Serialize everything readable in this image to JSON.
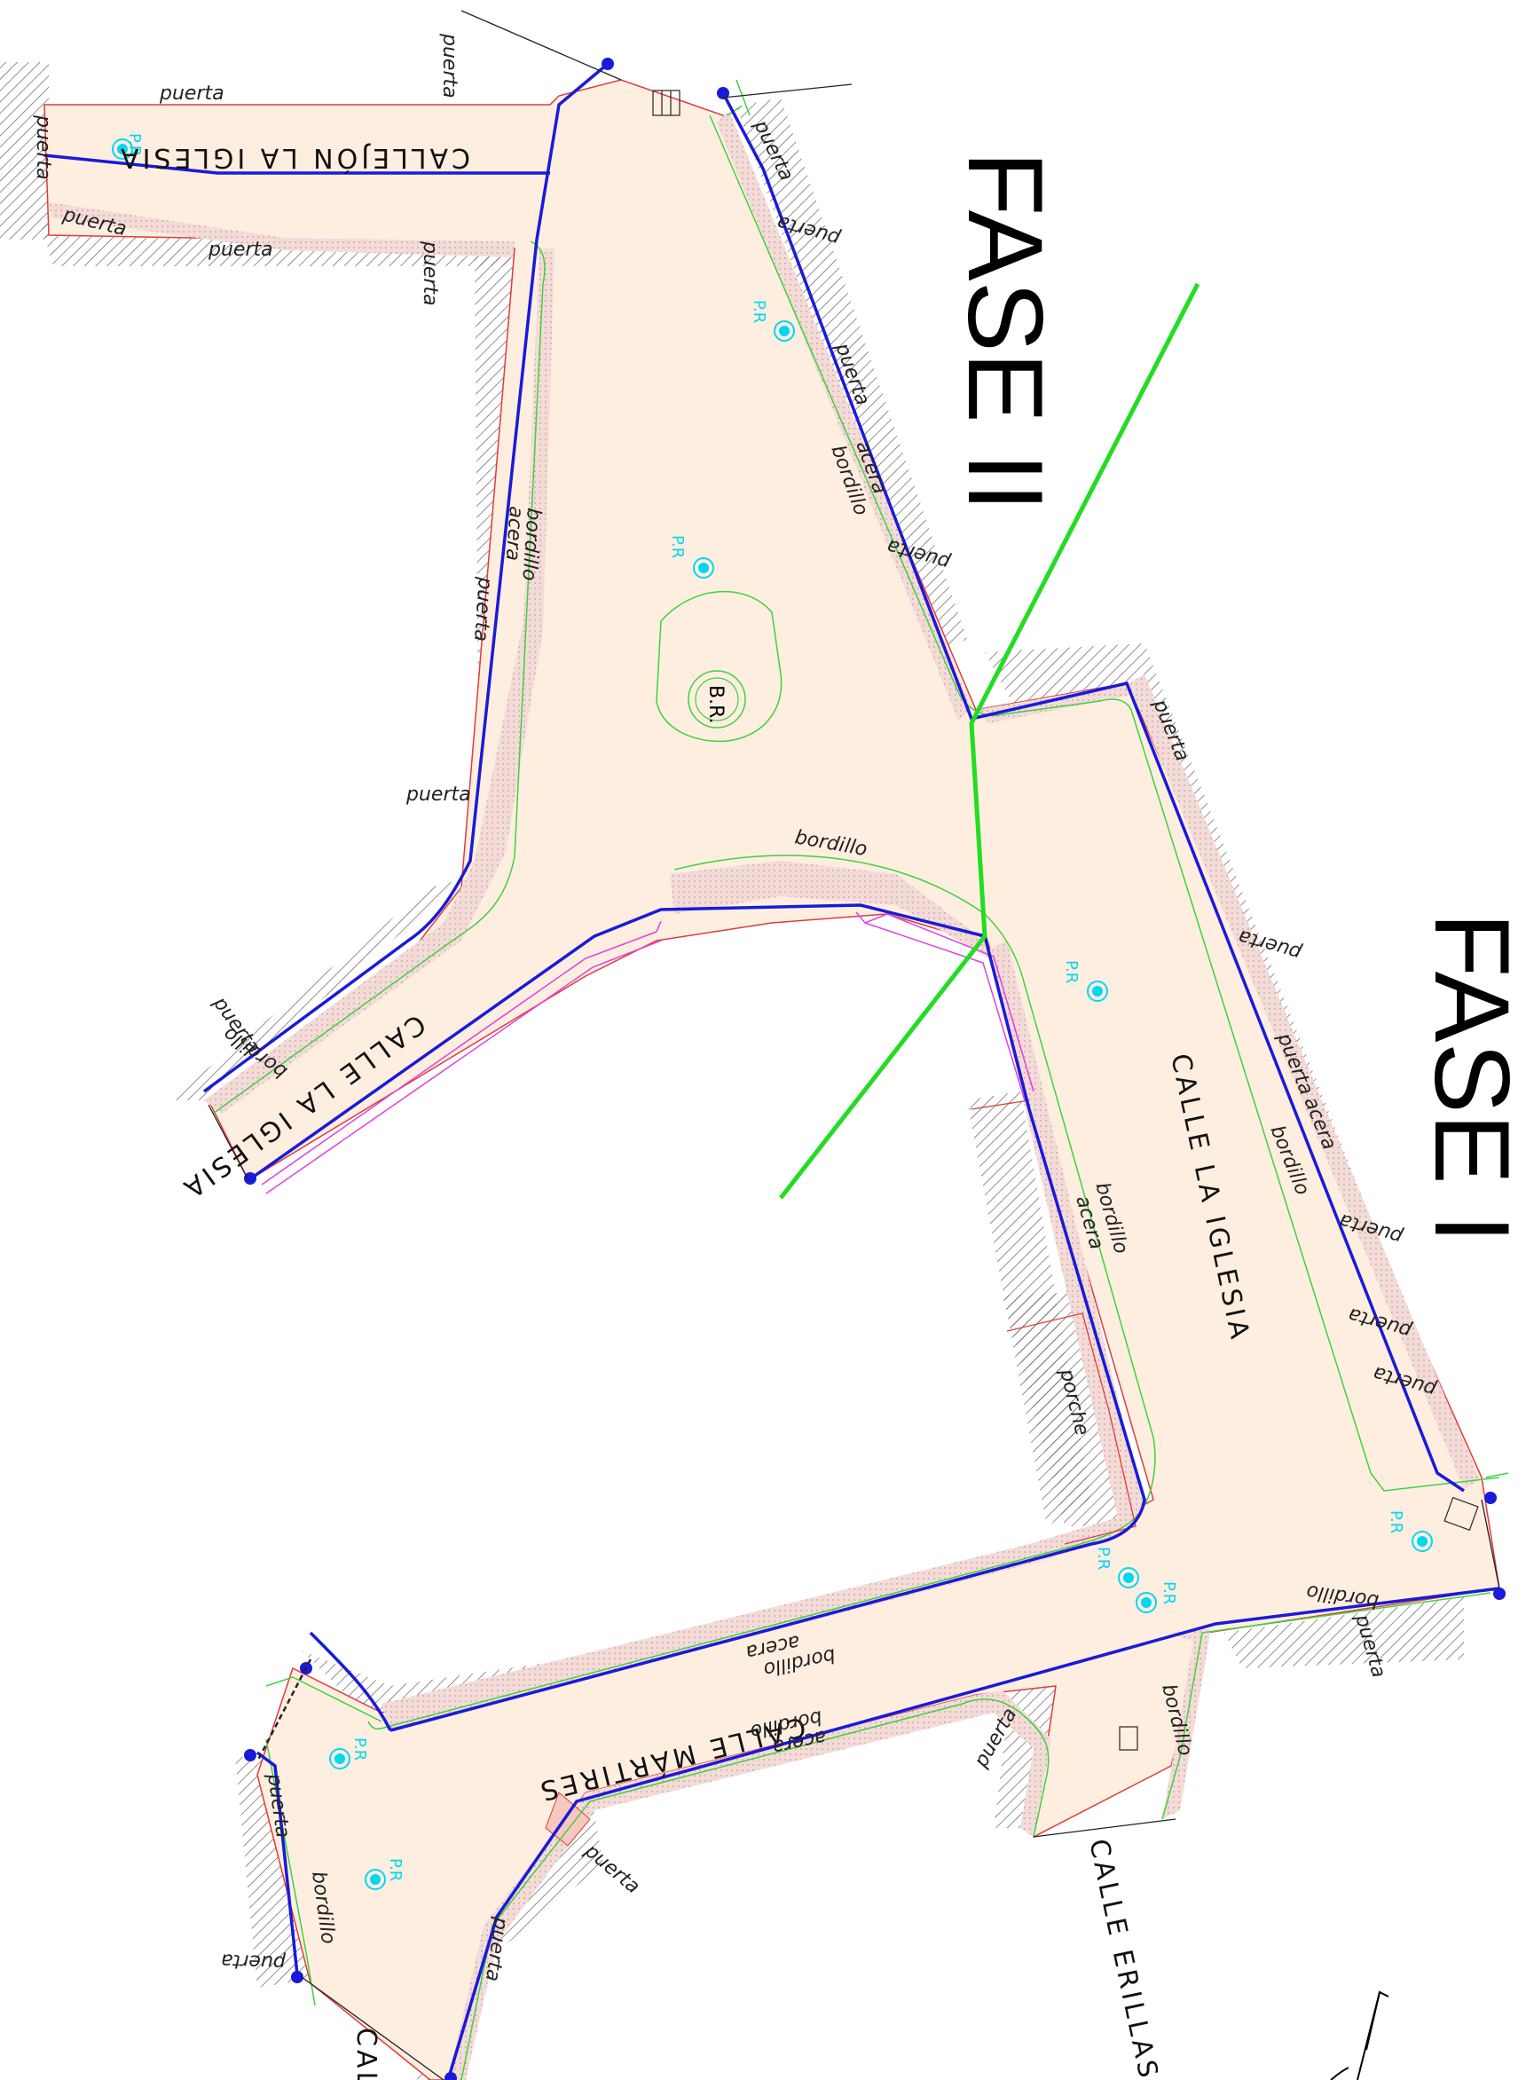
{
  "phases": {
    "fase_1": "FASE I",
    "fase_2": "FASE II"
  },
  "streets": {
    "callejon": "CALLEJÓN LA IGLESIA",
    "calle_iglesia_main": "CALLE LA IGLESIA",
    "calle_iglesia_west": "CALLE LA IGLESIA",
    "martires": "CALLE MÁRTIRES",
    "erillas": "CALLE ERILLAS",
    "cut": "CALL"
  },
  "labels": {
    "puerta": "puerta",
    "acera": "acera",
    "bordillo": "bordillo",
    "porche": "porche",
    "pr": "P.R",
    "br": "B.R."
  },
  "colors": {
    "paving": "#fdeee0",
    "sidewalk": "#f0d7d2",
    "curb": "#3fd13f",
    "blue_line": "#1a1ad8",
    "phase_line": "#22dd22",
    "facade": "#e33a3a",
    "light": "#00d8f0",
    "magenta": "#e040e0"
  }
}
